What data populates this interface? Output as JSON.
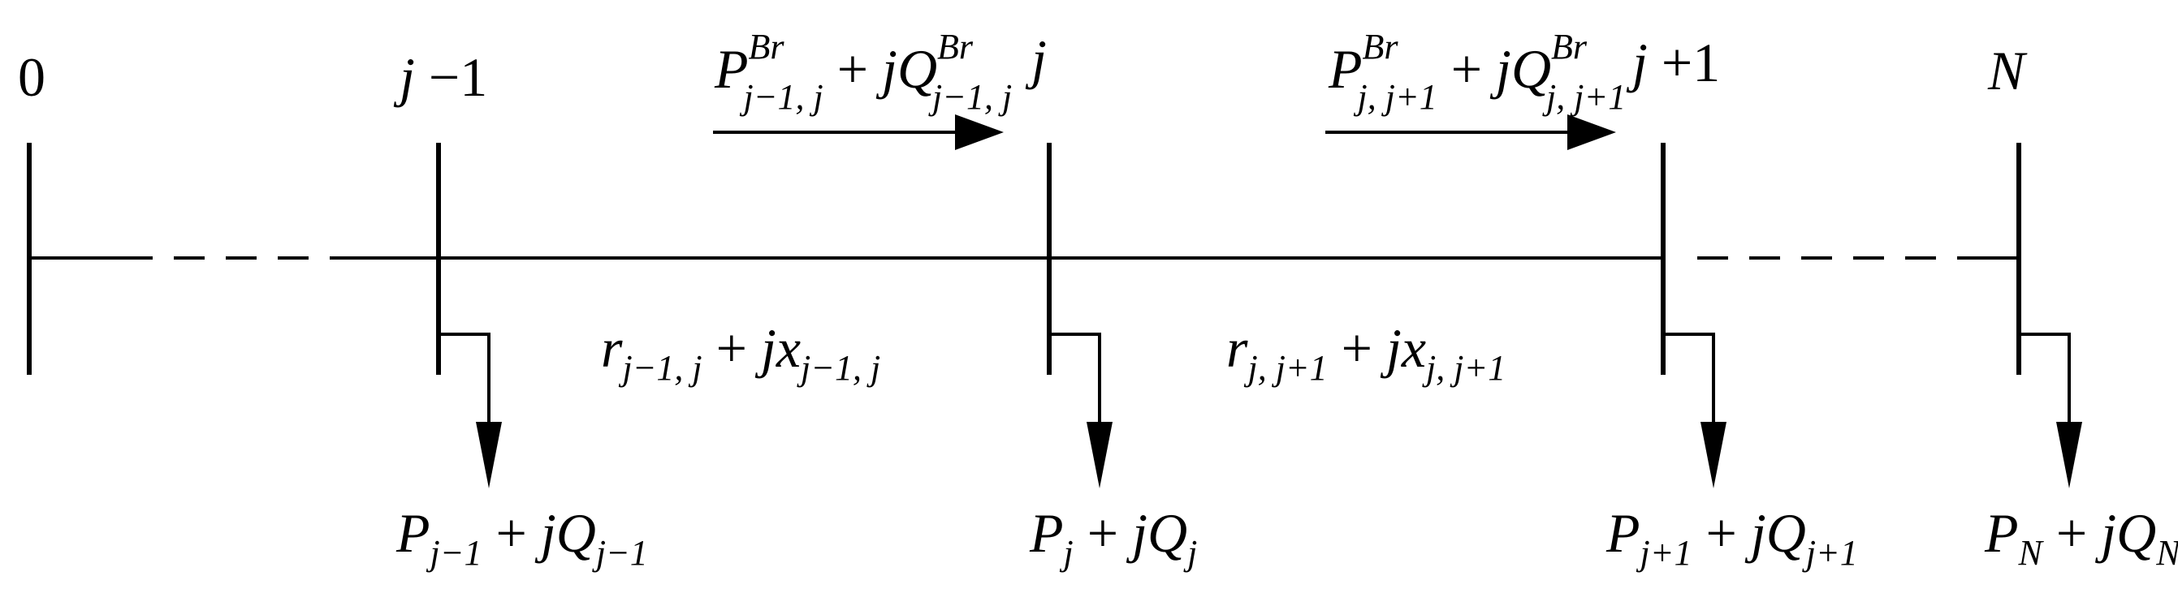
{
  "buses": {
    "b0": "0",
    "bjm1": {
      "j": "j",
      "rest": " −1"
    },
    "bj": "j",
    "bjp1": {
      "j": "j",
      "rest": " +1"
    },
    "bN": "N"
  },
  "branch_flows": {
    "left": {
      "P": "P",
      "P_sup": "Br",
      "P_sub": "j−1, j",
      "mid": " + ",
      "jQ": "jQ",
      "Q_sup": "Br",
      "Q_sub": "j−1, j"
    },
    "right": {
      "P": "P",
      "P_sup": "Br",
      "P_sub": "j, j+1",
      "mid": " + ",
      "jQ": "jQ",
      "Q_sup": "Br",
      "Q_sub": "j, j+1"
    }
  },
  "impedances": {
    "left": {
      "r": "r",
      "r_sub": "j−1, j",
      "mid": " + ",
      "jx": "jx",
      "x_sub": "j−1, j"
    },
    "right": {
      "r": "r",
      "r_sub": "j, j+1",
      "mid": " + ",
      "jx": "jx",
      "x_sub": "j, j+1"
    }
  },
  "loads": {
    "jm1": {
      "P": "P",
      "P_sub": "j−1",
      "mid": " + ",
      "jQ": "jQ",
      "Q_sub": "j−1"
    },
    "j": {
      "P": "P",
      "P_sub": "j",
      "mid": " + ",
      "jQ": "jQ",
      "Q_sub": "j"
    },
    "jp1": {
      "P": "P",
      "P_sub": "j+1",
      "mid": " + ",
      "jQ": "jQ",
      "Q_sub": "j+1"
    },
    "N": {
      "P": "P",
      "P_sub": "N",
      "mid": " + ",
      "jQ": "jQ",
      "Q_sub": "N"
    }
  }
}
